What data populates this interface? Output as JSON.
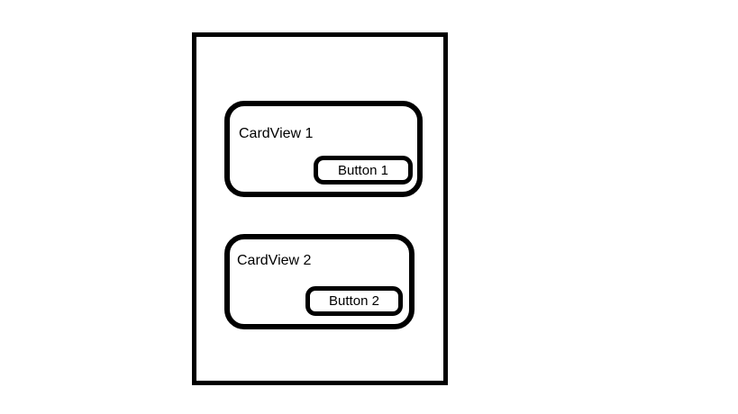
{
  "colors": {
    "background": "#ffffff",
    "stroke": "#000000"
  },
  "cards": [
    {
      "label": "CardView 1",
      "button": "Button 1"
    },
    {
      "label": "CardView 2",
      "button": "Button 2"
    }
  ]
}
